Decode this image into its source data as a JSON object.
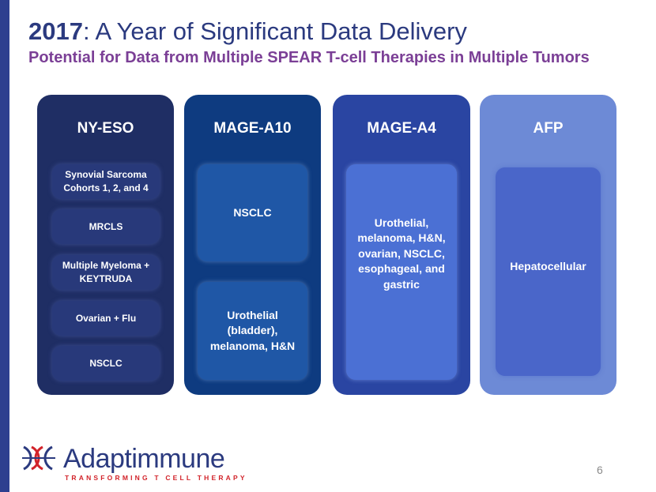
{
  "title": {
    "year": "2017",
    "rest": ": A Year of Significant Data Delivery"
  },
  "subtitle": "Potential for Data from Multiple SPEAR T-cell Therapies in Multiple Tumors",
  "columns": [
    {
      "heading": "NY-ESO",
      "items": [
        {
          "label": "Synovial Sarcoma Cohorts 1, 2, and 4"
        },
        {
          "label": "MRCLS"
        },
        {
          "label": "Multiple Myeloma + KEYTRUDA"
        },
        {
          "label": "Ovarian + Flu"
        },
        {
          "label": "NSCLC"
        }
      ]
    },
    {
      "heading": "MAGE-A10",
      "items": [
        {
          "label": "NSCLC"
        },
        {
          "label": "Urothelial (bladder), melanoma, H&N"
        }
      ]
    },
    {
      "heading": "MAGE-A4",
      "items": [
        {
          "label": "Urothelial, melanoma, H&N, ovarian, NSCLC, esophageal, and gastric"
        }
      ]
    },
    {
      "heading": "AFP",
      "items": [
        {
          "label": "Hepatocellular"
        }
      ]
    }
  ],
  "logo": {
    "name": "Adaptimmune",
    "tagline": "TRANSFORMING T CELL THERAPY"
  },
  "page_number": "6",
  "colors": {
    "title": "#2b3a7f",
    "subtitle": "#7b3f96",
    "accent_bar": "#2e3f8f",
    "logo_red": "#d2232a"
  }
}
